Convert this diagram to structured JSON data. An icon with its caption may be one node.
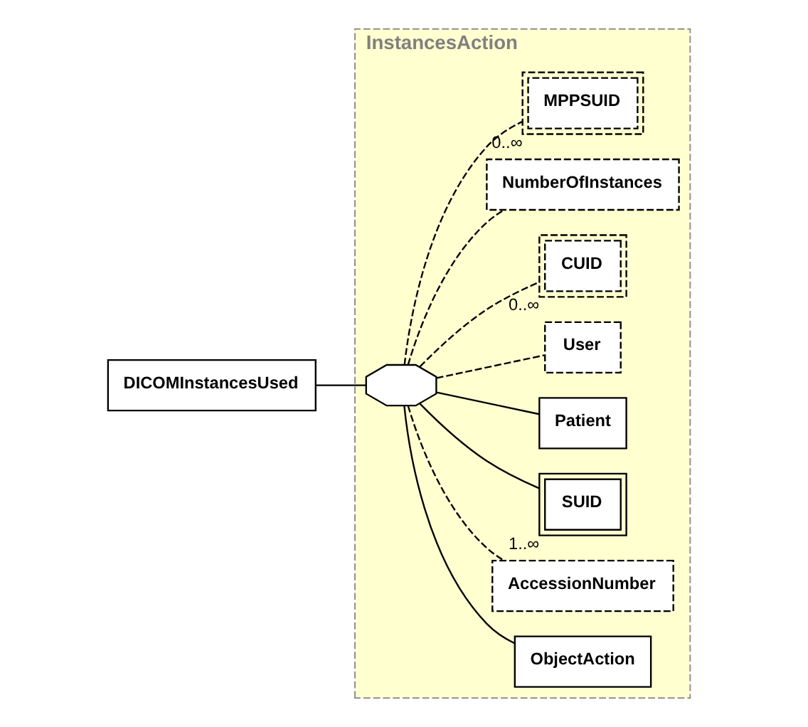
{
  "diagram": {
    "nodes": [
      {
        "text": [
          "DICOMInstancesUsed"
        ]
      },
      {
        "text": [
          "InstancesAction"
        ]
      },
      {
        "text": [],
        "shape": "octagon",
        "in": 1
      },
      {
        "text": [
          "ObjectAction"
        ],
        "in": 1
      },
      {
        "text": [
          "AccessionNumber"
        ],
        "in": 1
      },
      {
        "text": [
          "SUID"
        ],
        "in": 1,
        "beside": [
          "1..∞"
        ]
      },
      {
        "text": [
          "Patient"
        ],
        "in": 1
      },
      {
        "text": [
          "User"
        ],
        "in": 1
      },
      {
        "text": [
          "CUID"
        ],
        "in": 1,
        "beside": [
          "0..∞"
        ]
      },
      {
        "text": [
          "NumberOfInstances"
        ],
        "in": 1
      },
      {
        "text": [
          "MPPSUID"
        ],
        "in": 1,
        "beside": [
          "0..∞"
        ]
      }
    ],
    "edges": [
      {
        "from": 0,
        "to": 2,
        "arrow": "none"
      },
      {
        "from": 2,
        "to": 3,
        "arrow": "none"
      },
      {
        "from": 2,
        "to": 4,
        "arrow": "none",
        "style": "dashed"
      },
      {
        "from": 2,
        "to": 5,
        "arrow": "none"
      },
      {
        "from": 2,
        "to": 6,
        "arrow": "none"
      },
      {
        "from": 2,
        "to": 7,
        "arrow": "none",
        "style": "dashed"
      },
      {
        "from": 2,
        "to": 8,
        "arrow": "none",
        "style": "dashed"
      },
      {
        "from": 2,
        "to": 9,
        "arrow": "none",
        "style": "dashed"
      },
      {
        "from": 2,
        "to": 10,
        "arrow": "none",
        "style": "dashed"
      }
    ]
  }
}
